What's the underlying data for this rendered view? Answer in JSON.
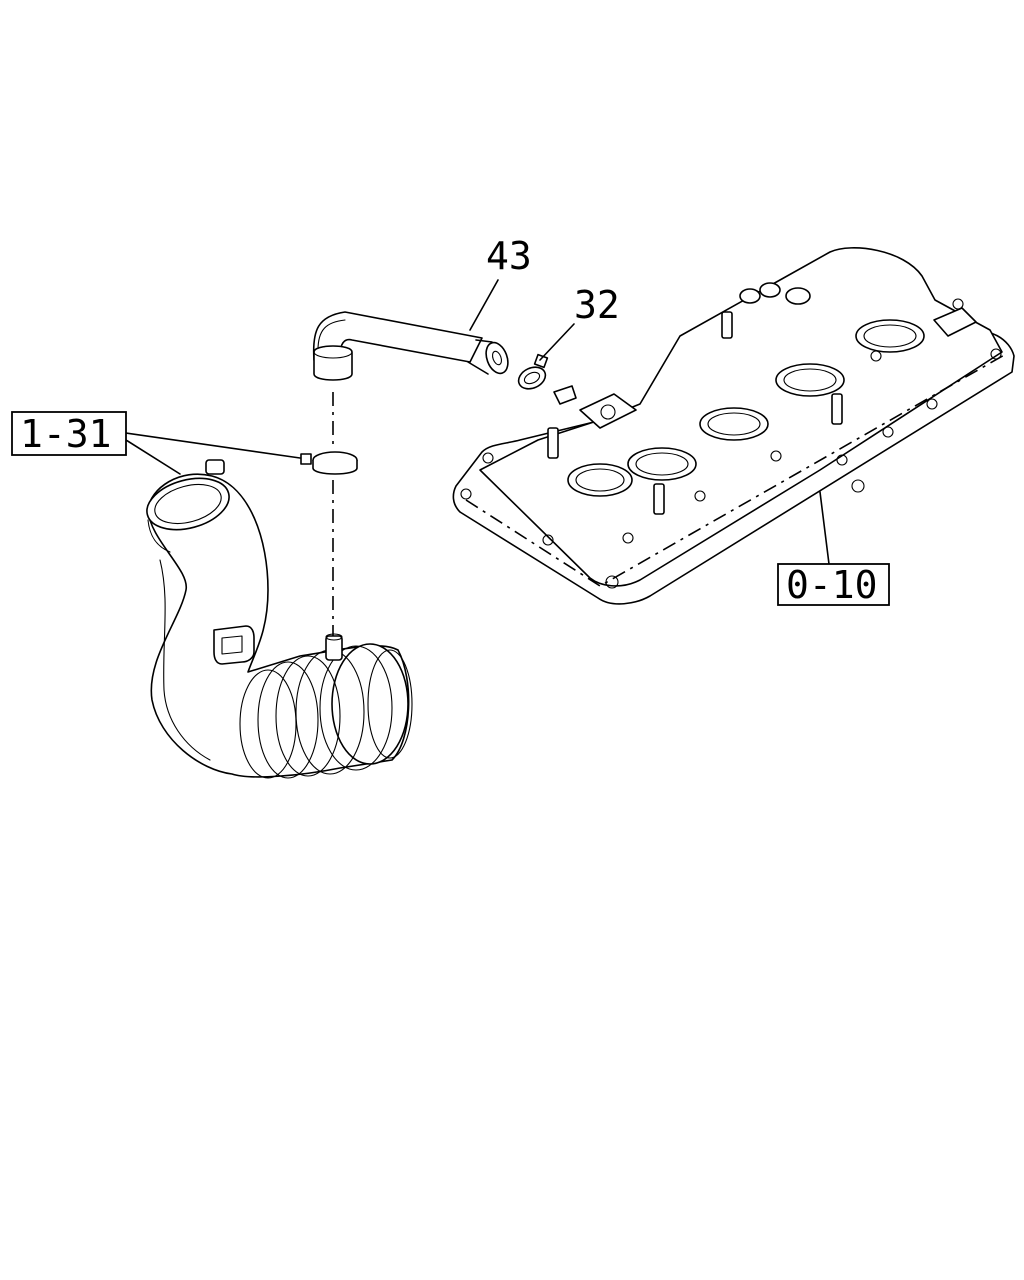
{
  "callouts": {
    "hose": "43",
    "clip": "32",
    "air_duct_ref": "1-31",
    "cylinder_head_cover_ref": "0-10"
  }
}
